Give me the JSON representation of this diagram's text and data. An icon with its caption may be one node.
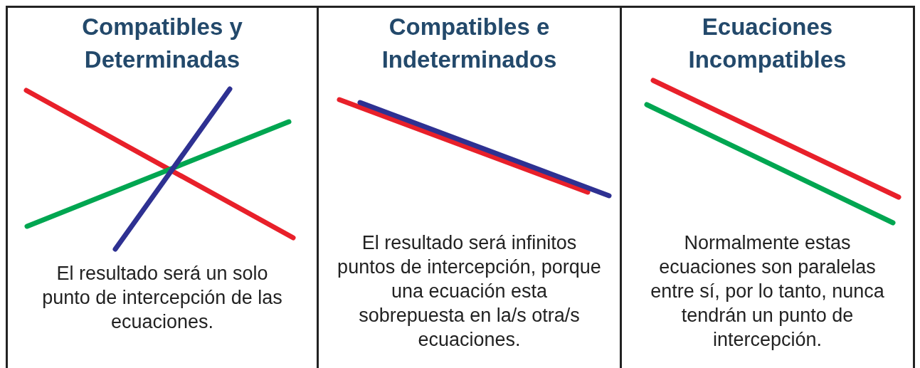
{
  "diagram": {
    "nodes": [
      {
        "text": [
          "Compatibles y Determinadas",
          "El resultado será un solo punto de intercepción de las ecuaciones."
        ]
      },
      {
        "text": [
          "Compatibles e Indeterminados",
          "El resultado será infinitos puntos de intercepción, porque una ecuación esta sobrepuesta en la/s otra/s ecuaciones."
        ]
      },
      {
        "text": [
          "Ecuaciones Incompatibles",
          "Normalmente estas ecuaciones son paralelas entre sí, por lo tanto, nunca tendrán un punto de intercepción."
        ]
      }
    ]
  }
}
